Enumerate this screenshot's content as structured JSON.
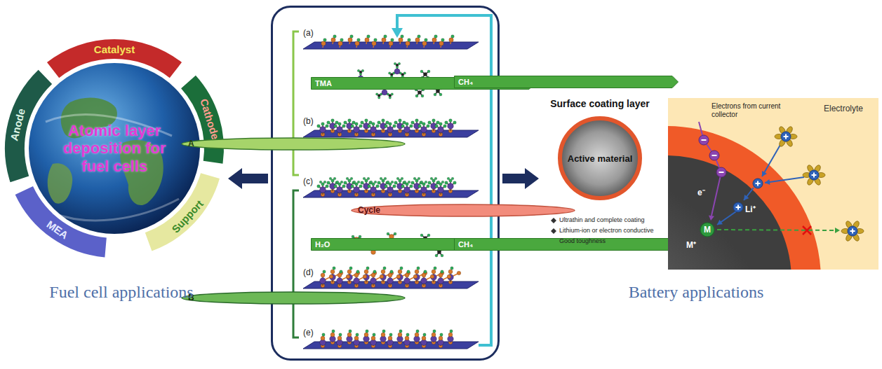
{
  "diagram": {
    "nodes": [
      {
        "text": [
          "Atomic layer deposition for fuel cells"
        ]
      },
      {
        "text": [
          "(a)",
          "(b)",
          "(c)",
          "(d)",
          "(e)"
        ]
      },
      {
        "text": [
          "TMA"
        ],
        "in": 1
      },
      {
        "text": [
          "CH₄"
        ],
        "in": 1
      },
      {
        "text": [
          "A"
        ],
        "in": 1
      },
      {
        "text": [
          "H₂O"
        ],
        "in": 1
      },
      {
        "text": [
          "CH₄"
        ],
        "in": 1
      },
      {
        "text": [
          "B"
        ],
        "in": 1
      },
      {
        "text": [
          "Cycle"
        ],
        "in": 1
      },
      {
        "text": [
          "Surface coating layer",
          "Active material"
        ]
      },
      {
        "text": [
          "Electrons from current collector",
          "Electrolyte"
        ]
      },
      {
        "text": [
          "M"
        ],
        "in": 10
      }
    ],
    "edges": [
      {
        "from": 1,
        "to": 0,
        "arrow": "to"
      },
      {
        "from": 1,
        "to": 9,
        "arrow": "to"
      }
    ],
    "labels": [
      "Catalyst",
      "Cathode",
      "Support",
      "MEA",
      "Anode",
      "Fuel cell applications",
      "Ultrathin and complete coating",
      "Lithium-ion or electron conductive",
      "Good toughness",
      "e⁻",
      "Li⁺",
      "M⁺",
      "Battery applications"
    ]
  }
}
